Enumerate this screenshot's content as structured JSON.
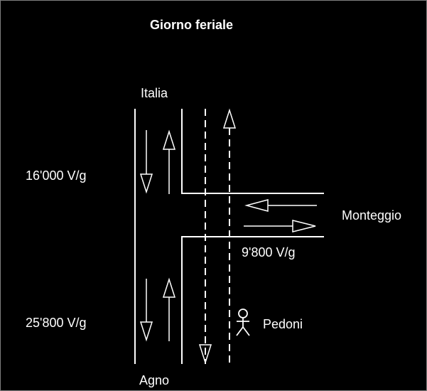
{
  "diagram": {
    "title": "Giorno feriale",
    "north_label": "Italia",
    "south_label": "Agno",
    "east_label": "Monteggio",
    "north_volume": "16'000 V/g",
    "south_volume": "25'800 V/g",
    "east_volume": "9'800 V/g",
    "pedestrians_label": "Pedoni",
    "colors": {
      "background": "#000000",
      "foreground": "#ffffff",
      "frame": "#7f7f7f"
    }
  }
}
